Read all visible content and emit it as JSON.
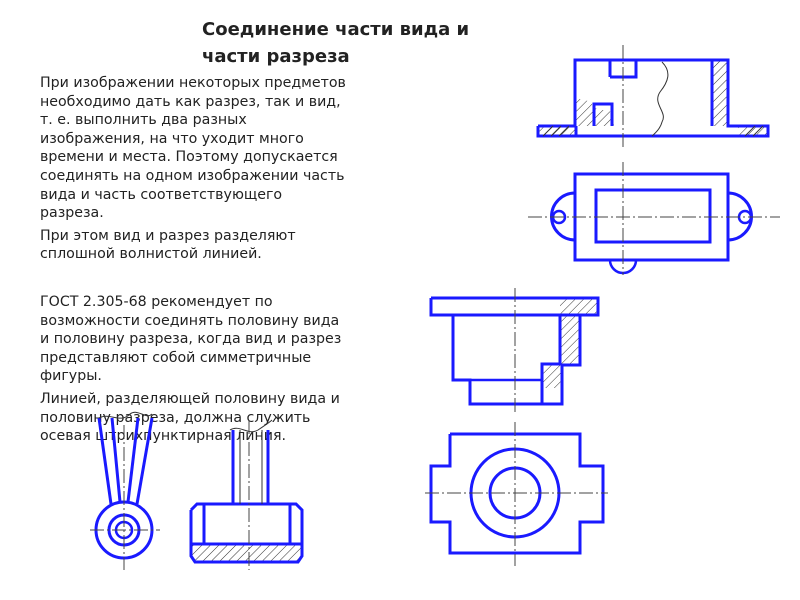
{
  "title": {
    "line1": "Соединение части вида и",
    "line2": "части разреза"
  },
  "paragraphs": {
    "p1": [
      "При изображении некоторых предметов",
      "необходимо дать как разрез, так и вид,",
      "т. е. выполнить два разных",
      "изображения, на что уходит много",
      "времени и места. Поэтому допускается",
      "соединять на одном изображении часть",
      "вида и часть соответствующего",
      "разреза."
    ],
    "p2": [
      "При этом вид и разрез разделяют",
      "сплошной волнистой линией."
    ],
    "p3": [
      "ГОСТ 2.305-68 рекомендует по",
      "возможности соединять половину вида",
      "и половину разреза, когда вид и разрез",
      "представляют собой симметричные",
      "фигуры."
    ],
    "p4": [
      "Линией, разделяющей половину вида и",
      "половину разреза, должна служить",
      "осевая штрихпунктирная линия."
    ]
  },
  "colors": {
    "outline": "#1a1aff",
    "text": "#222222"
  }
}
